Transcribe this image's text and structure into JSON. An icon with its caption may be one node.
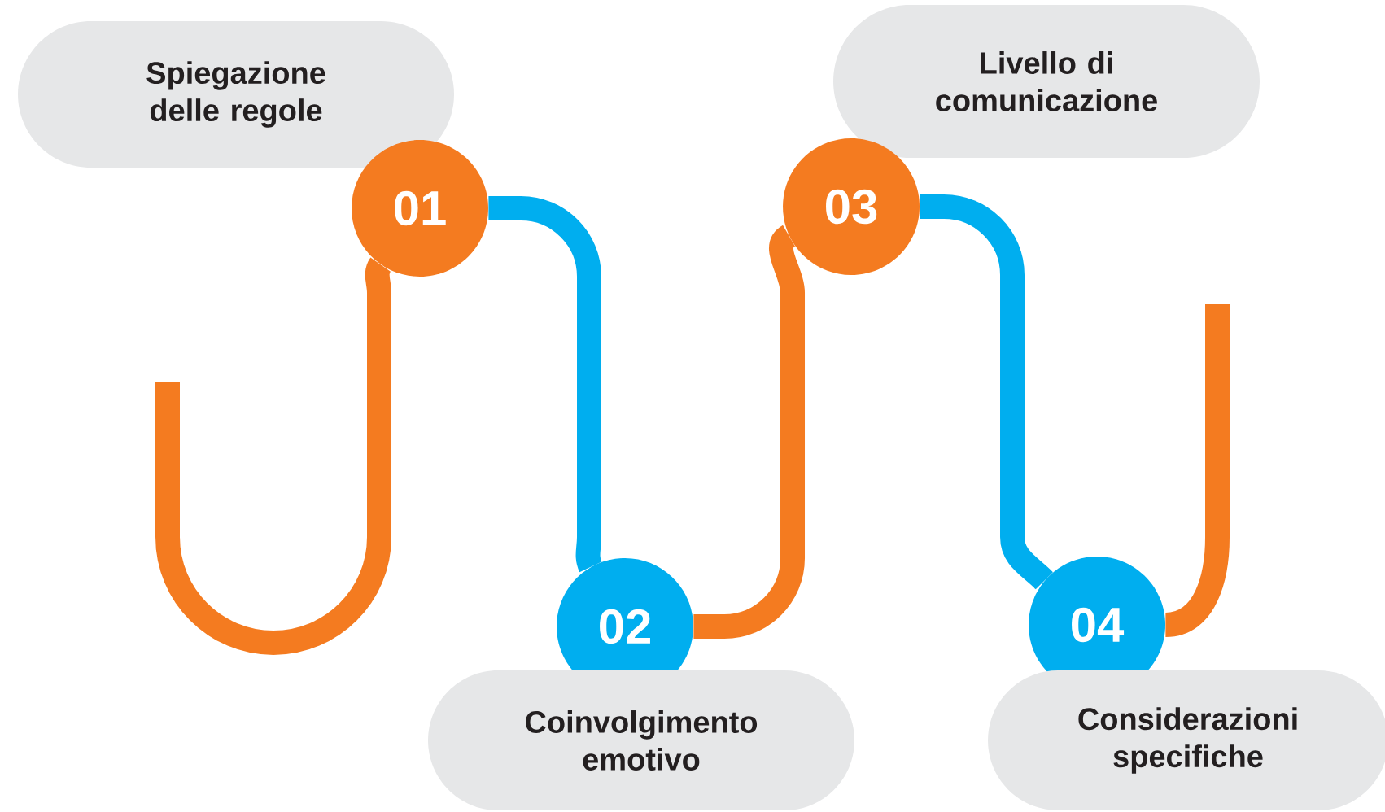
{
  "diagram": {
    "nodes": [
      {
        "text": [
          "Spiegazione delle regole"
        ]
      },
      {
        "text": [
          "01"
        ]
      },
      {
        "text": [
          "02"
        ]
      },
      {
        "text": [
          "Coinvolgimento emotivo"
        ]
      },
      {
        "text": [
          "Livello di comunicazione"
        ]
      },
      {
        "text": [
          "03"
        ]
      },
      {
        "text": [
          "04"
        ]
      },
      {
        "text": [
          "Considerazioni specifiche"
        ]
      }
    ],
    "edges": [
      {
        "from": null,
        "to": 1,
        "arrow": "none",
        "color": "#f47b20"
      },
      {
        "from": 1,
        "to": 2,
        "arrow": "none",
        "color": "#00aeef"
      },
      {
        "from": 2,
        "to": 5,
        "arrow": "none",
        "color": "#f47b20"
      },
      {
        "from": 5,
        "to": 6,
        "arrow": "none",
        "color": "#00aeef"
      },
      {
        "from": 6,
        "to": null,
        "arrow": "none",
        "color": "#f47b20"
      }
    ]
  }
}
